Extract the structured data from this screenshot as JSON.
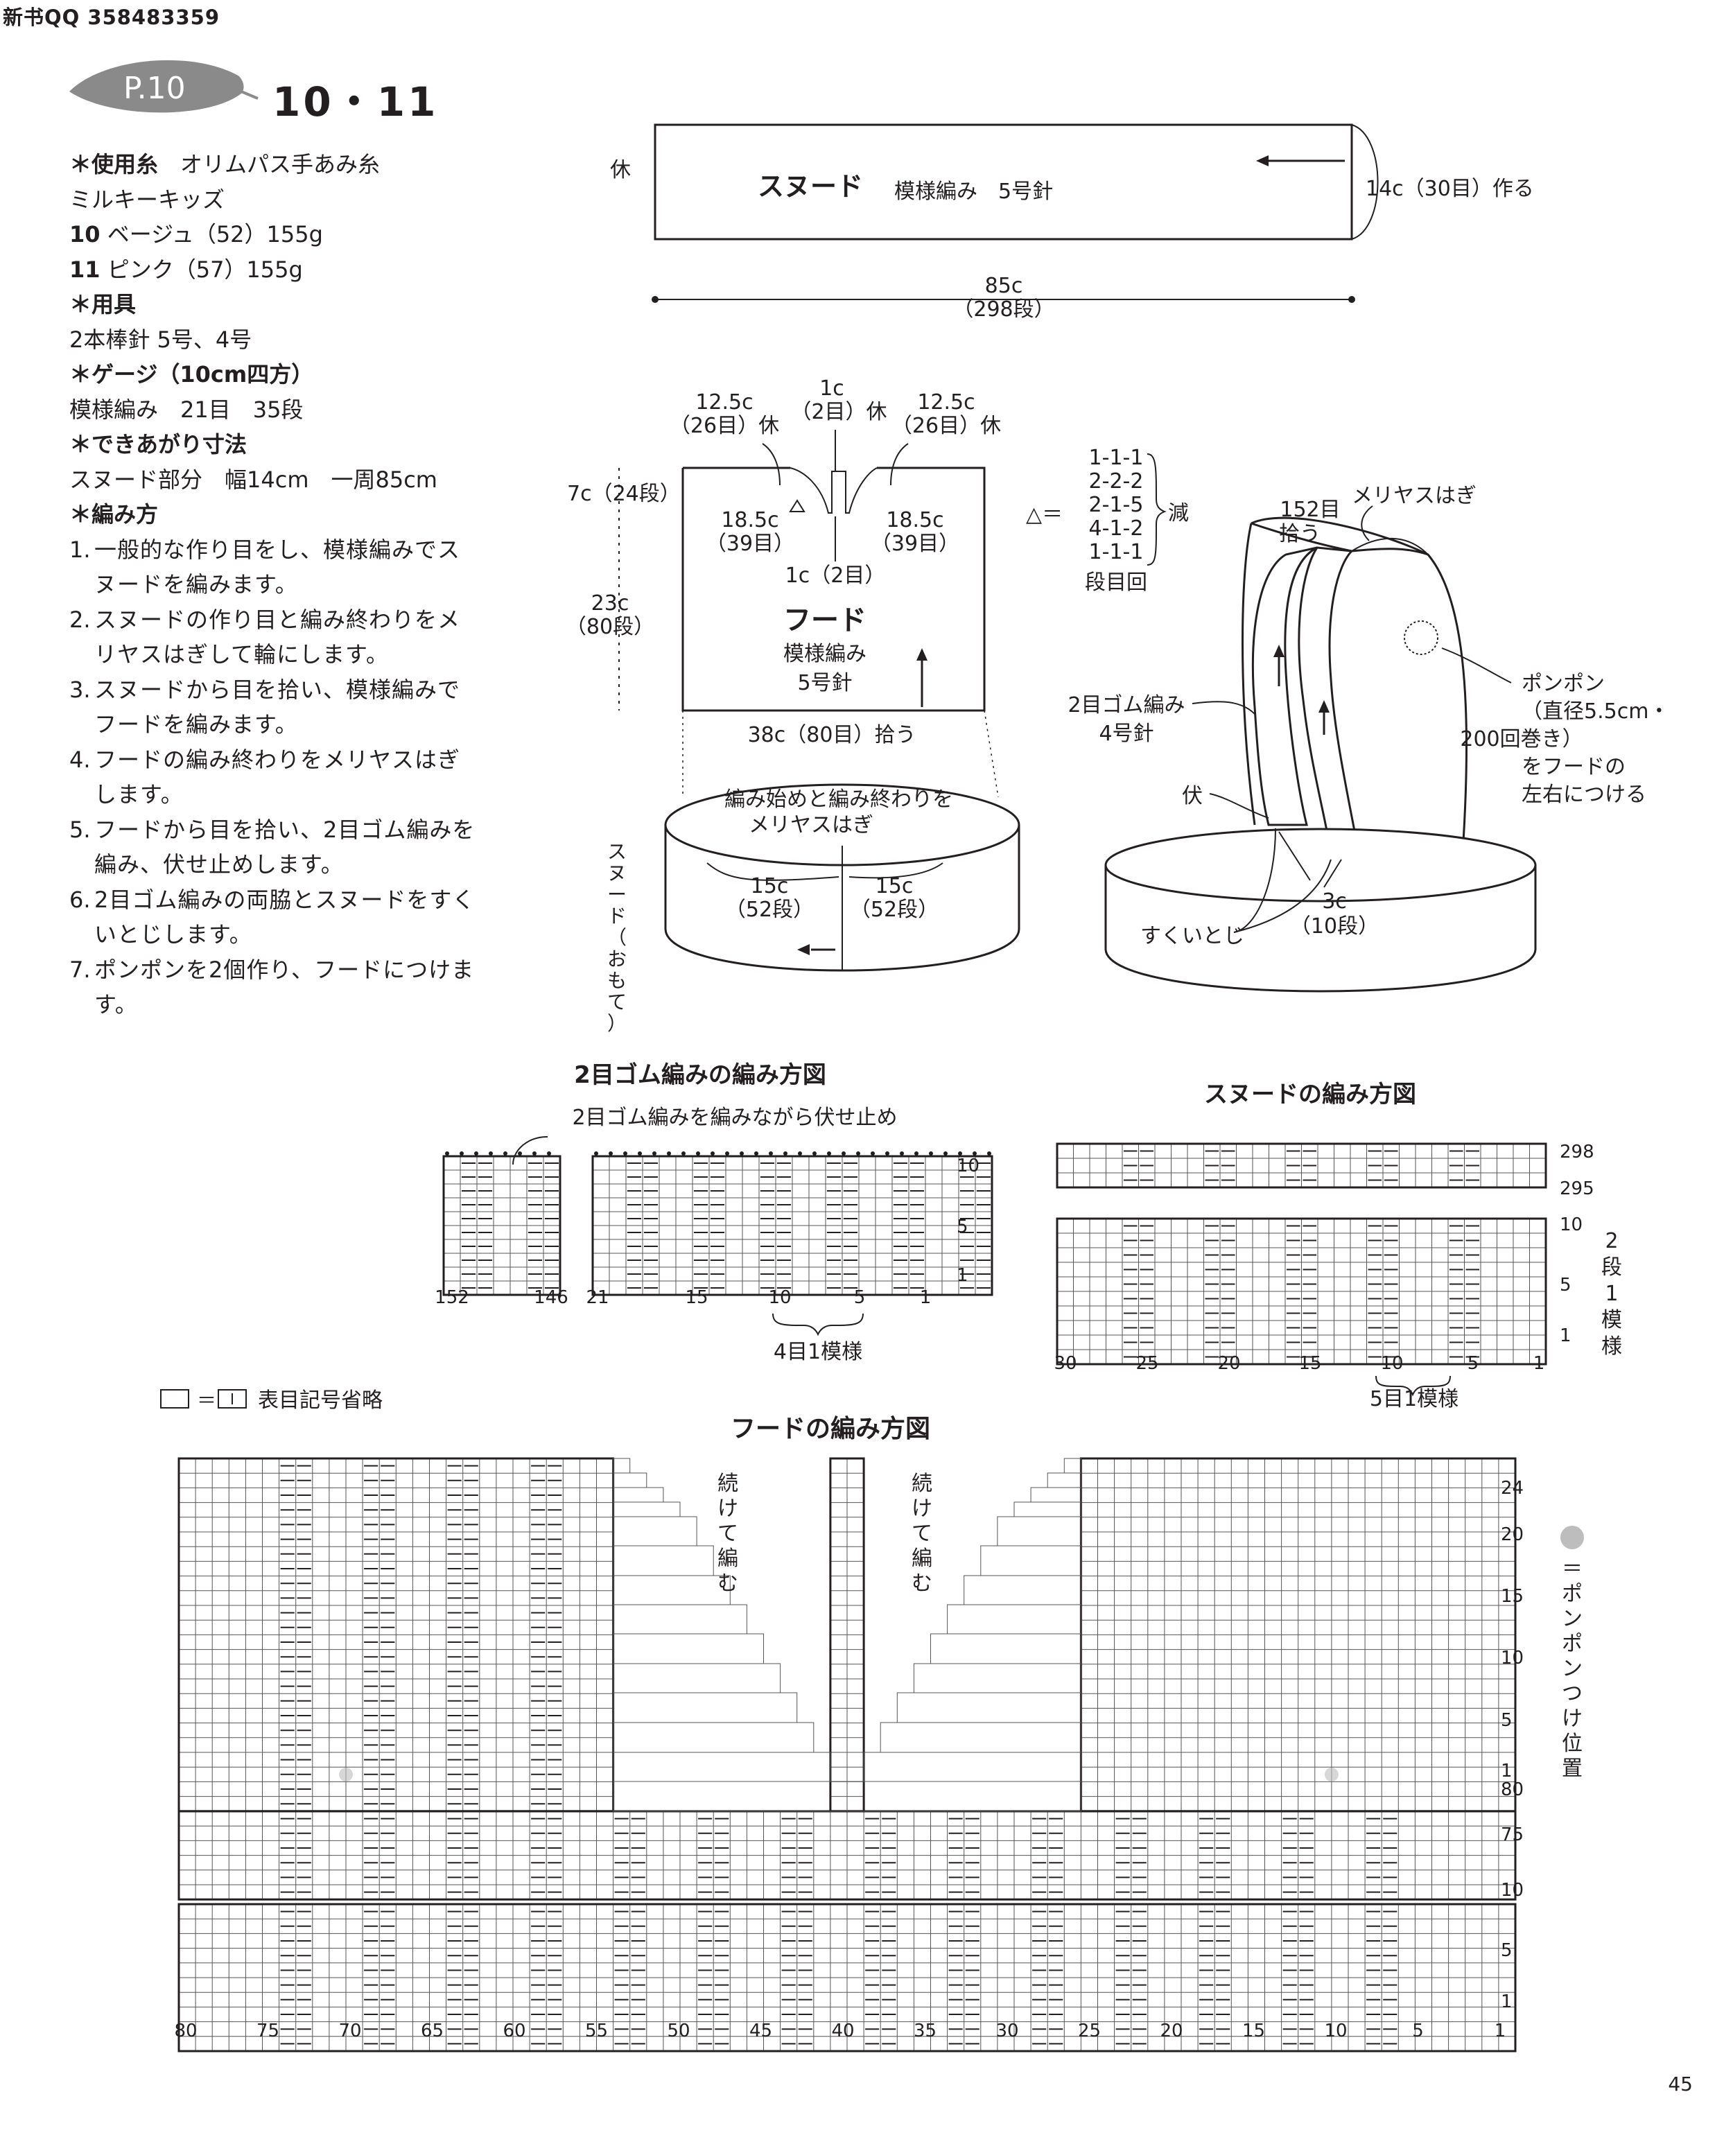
{
  "header": {
    "qq": "新书QQ 358483359",
    "badge": "P.10",
    "numbers": "10・11"
  },
  "materials": {
    "yarn_head": "＊使用糸",
    "yarn_brand": "オリムパス手あみ糸",
    "yarn_name": "ミルキーキッズ",
    "color10": {
      "num": "10",
      "text": "ベージュ（52）155g"
    },
    "color11": {
      "num": "11",
      "text": "ピンク（57）155g"
    },
    "tools_head": "＊用具",
    "tools": "2本棒針 5号、4号",
    "gauge_head": "＊ゲージ（10cm四方）",
    "gauge": "模様編み　21目　35段",
    "size_head": "＊できあがり寸法",
    "size": "スヌード部分　幅14cm　一周85cm",
    "method_head": "＊編み方"
  },
  "steps": [
    {
      "no": "1.",
      "text": "一般的な作り目をし、模様編みでスヌードを編みます。"
    },
    {
      "no": "2.",
      "text": "スヌードの作り目と編み終わりをメリヤスはぎして輪にします。"
    },
    {
      "no": "3.",
      "text": "スヌードから目を拾い、模様編みでフードを編みます。"
    },
    {
      "no": "4.",
      "text": "フードの編み終わりをメリヤスはぎします。"
    },
    {
      "no": "5.",
      "text": "フードから目を拾い、2目ゴム編みを編み、伏せ止めします。"
    },
    {
      "no": "6.",
      "text": "2目ゴム編みの両脇とスヌードをすくいとじします。"
    },
    {
      "no": "7.",
      "text": "ポンポンを2個作り、フードにつけます。"
    }
  ],
  "snood_diagram": {
    "rest": "休",
    "title": "スヌード",
    "pattern": "模様編み　5号針",
    "cast_on": "14c（30目）作る",
    "width_cm": "85c",
    "width_rows": "（298段）"
  },
  "hood_diagram": {
    "top_left": "12.5c",
    "top_left2": "（26目）休",
    "center": "1c",
    "center2": "（2目）休",
    "top_right": "12.5c",
    "top_right2": "（26目）休",
    "side_top": "7c（24段）",
    "inner_left": "18.5c",
    "inner_left2": "（39目）",
    "inner_right": "18.5c",
    "inner_right2": "（39目）",
    "center_low": "1c（2目）",
    "side_cm": "23c",
    "side_rows": "（80段）",
    "title": "フード",
    "pattern": "模様編み",
    "needle": "5号針",
    "pickup": "38c（80目）拾う",
    "join1": "編み始めと編み終わりを",
    "join2": "メリヤスはぎ",
    "half1": "15c",
    "half1b": "（52段）",
    "half2": "15c",
    "half2b": "（52段）",
    "snood_face": "スヌード（おもて）"
  },
  "decrease_table": {
    "triangle": "△＝",
    "rows": [
      "1-1-1",
      "2-2-2",
      "2-1-5",
      "4-1-2",
      "1-1-1"
    ],
    "decrease": "減",
    "footer": "段目回"
  },
  "hood_3d": {
    "pickup1": "152目",
    "pickup2": "拾う",
    "graft": "メリヤスはぎ",
    "pompom": [
      "ポンポン",
      "（直径5.5cm・",
      "200回巻き）",
      "をフードの",
      "左右につける"
    ],
    "rib": "2目ゴム編み",
    "rib_needle": "4号針",
    "bind": "伏",
    "whip": "すくいとじ",
    "band": "3c",
    "band_rows": "（10段）"
  },
  "rib_chart": {
    "title": "2目ゴム編みの編み方図",
    "note": "2目ゴム編みを編みながら伏せ止め",
    "col_labels": [
      "152",
      "146",
      "21",
      "15",
      "10",
      "5",
      "1"
    ],
    "row_labels": [
      "10",
      "5",
      "1"
    ],
    "repeat": "4目1模様"
  },
  "snood_chart": {
    "title": "スヌードの編み方図",
    "row_labels_top": [
      "298",
      "295"
    ],
    "row_labels_bottom": [
      "10",
      "5",
      "1"
    ],
    "col_labels": [
      "30",
      "25",
      "20",
      "15",
      "10",
      "5",
      "1"
    ],
    "repeat_rows": "2段1模様",
    "repeat": "5目1模様"
  },
  "legend": {
    "eq": "＝",
    "text": "表目記号省略"
  },
  "hood_chart": {
    "title": "フードの編み方図",
    "cont": "続けて編む",
    "row_labels_top": [
      "24",
      "20",
      "15",
      "10",
      "5",
      "1",
      "80",
      "75"
    ],
    "row_labels_bottom": [
      "10",
      "5",
      "1"
    ],
    "col_labels": [
      "80",
      "75",
      "70",
      "65",
      "60",
      "55",
      "50",
      "45",
      "40",
      "35",
      "30",
      "25",
      "20",
      "15",
      "10",
      "5",
      "1"
    ],
    "pompom_pos": "＝ポンポンつけ位置"
  },
  "page_number": "45"
}
